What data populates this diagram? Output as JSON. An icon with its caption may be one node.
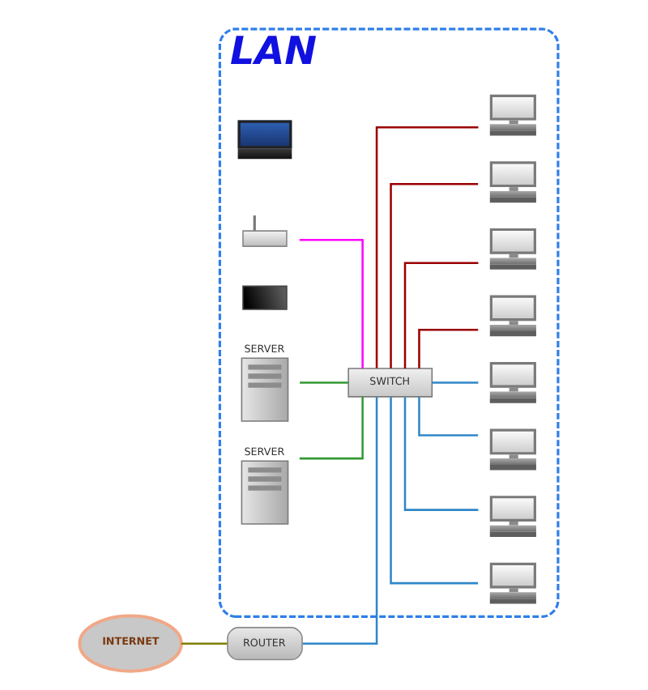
{
  "diagram": {
    "nodes": [
      {
        "text": [
          "LAN"
        ]
      },
      {
        "text": [],
        "shape": "picture",
        "in": 0
      },
      {
        "text": [],
        "shape": "picture",
        "in": 0
      },
      {
        "text": [],
        "shape": "picture",
        "in": 0
      },
      {
        "text": [
          "SERVER"
        ],
        "in": 0
      },
      {
        "text": [
          "SERVER"
        ],
        "in": 0
      },
      {
        "text": [
          "INTERNET"
        ]
      },
      {
        "text": [
          "ROUTER"
        ]
      },
      {
        "text": [
          "SWITCH"
        ],
        "in": 0
      },
      {
        "text": [],
        "shape": "picture",
        "in": 0
      },
      {
        "text": [],
        "shape": "picture",
        "in": 0
      },
      {
        "text": [],
        "shape": "picture",
        "in": 0
      },
      {
        "text": [],
        "shape": "picture",
        "in": 0
      },
      {
        "text": [],
        "shape": "picture",
        "in": 0
      },
      {
        "text": [],
        "shape": "picture",
        "in": 0
      },
      {
        "text": [],
        "shape": "picture",
        "in": 0
      },
      {
        "text": [],
        "shape": "picture",
        "in": 0
      }
    ],
    "edges": [
      {
        "from": 6,
        "to": 7,
        "arrow": "none",
        "color": "#808000"
      },
      {
        "from": 7,
        "to": 8,
        "arrow": "none"
      },
      {
        "from": 2,
        "to": 8,
        "arrow": "none",
        "color": "#ff00ff"
      },
      {
        "from": 4,
        "to": 8,
        "arrow": "none",
        "color": "#339933"
      },
      {
        "from": 5,
        "to": 8,
        "arrow": "none",
        "color": "#339933"
      },
      {
        "from": 8,
        "to": 9,
        "arrow": "none"
      },
      {
        "from": 8,
        "to": 10,
        "arrow": "none"
      },
      {
        "from": 8,
        "to": 11,
        "arrow": "none"
      },
      {
        "from": 8,
        "to": 12,
        "arrow": "none"
      },
      {
        "from": 8,
        "to": 13,
        "arrow": "none",
        "color": "#990000"
      },
      {
        "from": 8,
        "to": 14,
        "arrow": "none",
        "color": "#990000"
      },
      {
        "from": 8,
        "to": 15,
        "arrow": "none",
        "color": "#990000"
      },
      {
        "from": 8,
        "to": 16,
        "arrow": "none",
        "color": "#990000"
      }
    ]
  }
}
